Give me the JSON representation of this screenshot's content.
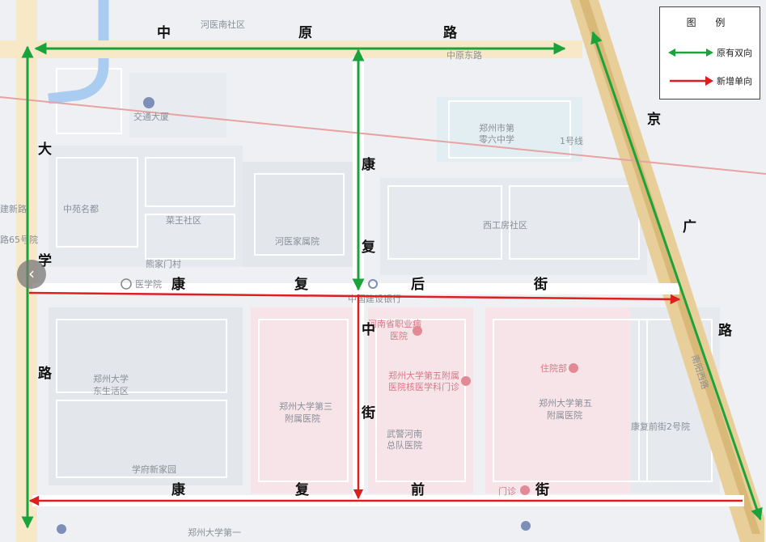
{
  "legend": {
    "title": "图 例",
    "items": [
      {
        "label": "原有双向",
        "color": "#1aa33a"
      },
      {
        "label": "新增单向",
        "color": "#dd1f1f"
      }
    ]
  },
  "roads": {
    "zhongyuan": [
      "中",
      "原",
      "路"
    ],
    "daxue": [
      "大",
      "学",
      "路"
    ],
    "kangfu": [
      "康",
      "复"
    ],
    "kangfu_zhong": [
      "中",
      "街"
    ],
    "kangfu_hou": [
      "康",
      "复",
      "后",
      "街"
    ],
    "kangfu_qian": [
      "康",
      "复",
      "前",
      "街"
    ],
    "jingguang": [
      "京",
      "广",
      "路"
    ]
  },
  "basemap": {
    "labels": [
      "河医南社区",
      "中原东路",
      "交通大厦",
      "郑州市第",
      "零六中学",
      "1号线",
      "中苑名都",
      "菜王社区",
      "河医家属院",
      "西工房社区",
      "熊家门村",
      "医学院",
      "河南省职业病",
      "医院",
      "中国建设银行",
      "郑州大学第五附属",
      "医院核医学科门诊",
      "郑州大学第三",
      "附属医院",
      "住院部",
      "郑州大学第五",
      "附属医院",
      "郑州大学",
      "东生活区",
      "武警河南",
      "总队医院",
      "康复前街2号院",
      "学府新家园",
      "门诊",
      "郑州大学第一",
      "南阳西路",
      "路65号院",
      "建新路"
    ]
  },
  "icons": {
    "nav_prev": "‹"
  }
}
